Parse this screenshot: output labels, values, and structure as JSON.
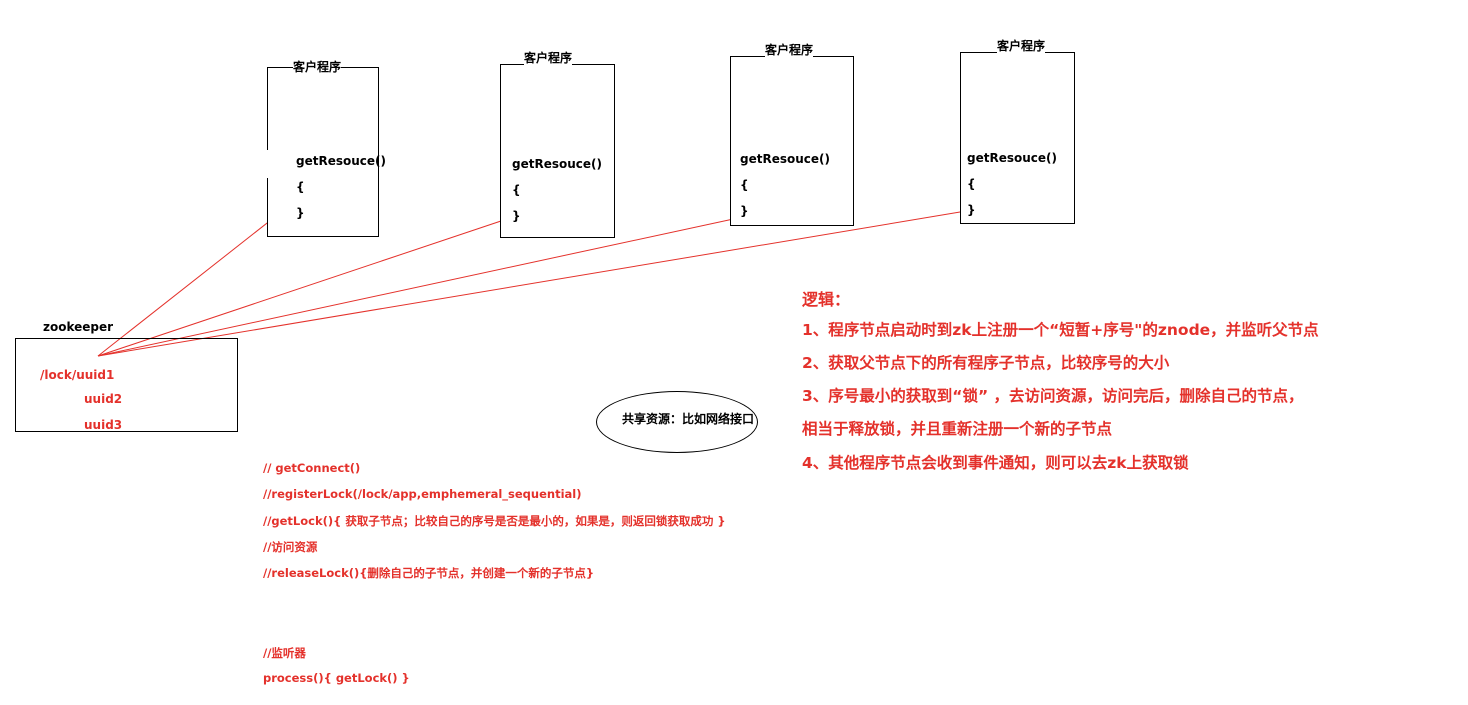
{
  "clients": [
    {
      "title": "客户程序",
      "method": "getResouce()",
      "open_brace": "{",
      "close_brace": "}"
    },
    {
      "title": "客户程序",
      "method": "getResouce()",
      "open_brace": "{",
      "close_brace": "}"
    },
    {
      "title": "客户程序",
      "method": "getResouce()",
      "open_brace": "{",
      "close_brace": "}"
    },
    {
      "title": "客户程序",
      "method": "getResouce()",
      "open_brace": "{",
      "close_brace": "}"
    }
  ],
  "zookeeper": {
    "title": "zookeeper",
    "nodes": [
      "/lock/uuid1",
      "uuid2",
      "uuid3"
    ]
  },
  "shared_resource": "共享资源：比如网络接口",
  "code_lines": [
    "// getConnect()",
    "//registerLock(/lock/app,emphemeral_sequential)",
    "//getLock(){  获取子节点；比较自己的序号是否是最小的，如果是，则返回锁获取成功  }",
    "//访问资源",
    "//releaseLock(){删除自己的子节点，并创建一个新的子节点}",
    "//监听器",
    "process(){ getLock()   }"
  ],
  "logic": {
    "title": "逻辑：",
    "steps": [
      "1、程序节点启动时到zk上注册一个“短暂+序号\"的znode，并监听父节点",
      "2、获取父节点下的所有程序子节点，比较序号的大小",
      "3、序号最小的获取到“锁” ，去访问资源，访问完后，删除自己的节点，",
      "相当于释放锁，并且重新注册一个新的子节点",
      "4、其他程序节点会收到事件通知，则可以去zk上获取锁"
    ]
  },
  "colors": {
    "accent_red": "#e4312b",
    "line_red": "#e4312b",
    "border": "#000000"
  }
}
